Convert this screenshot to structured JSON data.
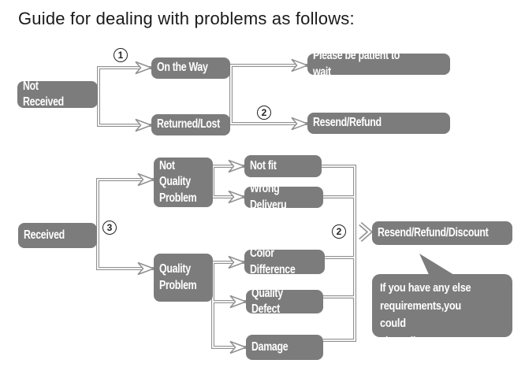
{
  "title": "Guide for dealing with problems as follows:",
  "colors": {
    "background": "#ffffff",
    "node_fill": "#7c7c7c",
    "node_text": "#ffffff",
    "line": "#909090",
    "title_text": "#1a1a1a",
    "badge_text": "#222222"
  },
  "badges": {
    "step_one": "1",
    "step_two_top": "2",
    "step_three": "3",
    "step_two_bottom": "2"
  },
  "nodes": {
    "not_received": "Not Received",
    "on_the_way": "On the Way",
    "returned_lost": "Returned/Lost",
    "please_wait": "Please be patient to wait",
    "resend_refund": "Resend/Refund",
    "received": "Received",
    "not_quality_problem": "Not\nQuality\nProblem",
    "quality_problem": "Quality\nProblem",
    "not_fit": "Not fit",
    "wrong_delivery": "Wrong Deliveru",
    "color_difference": "Color Difference",
    "quality_defect": "Quality Defect",
    "damage": "Damage",
    "resend_refund_discount": "Resend/Refund/Discount"
  },
  "bubble": "If you have any else\nrequirements,you could\nalso tell us!"
}
